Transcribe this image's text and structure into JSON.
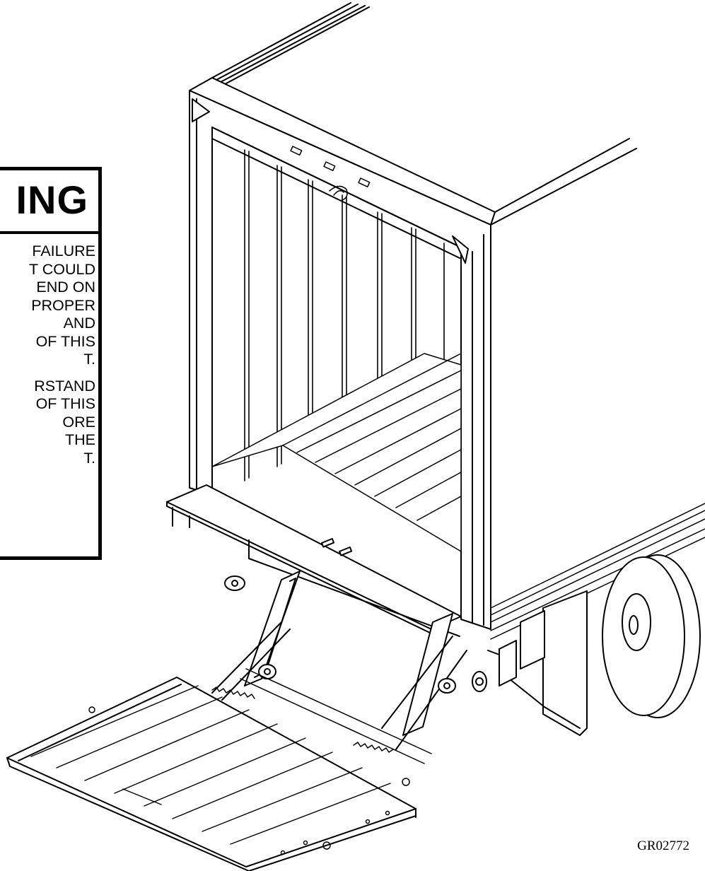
{
  "warning": {
    "title": "ING",
    "paragraph_1": [
      "FAILURE",
      "T COULD",
      "END ON",
      "PROPER",
      "AND",
      "OF THIS",
      "T."
    ],
    "paragraph_2": [
      "RSTAND",
      "OF THIS",
      "ORE",
      "THE",
      "T."
    ]
  },
  "figure_id": "GR02772",
  "icons": {
    "liftgate": "liftgate-illustration",
    "truck": "truck-body-illustration"
  },
  "colors": {
    "line": "#000000",
    "background": "#ffffff"
  }
}
